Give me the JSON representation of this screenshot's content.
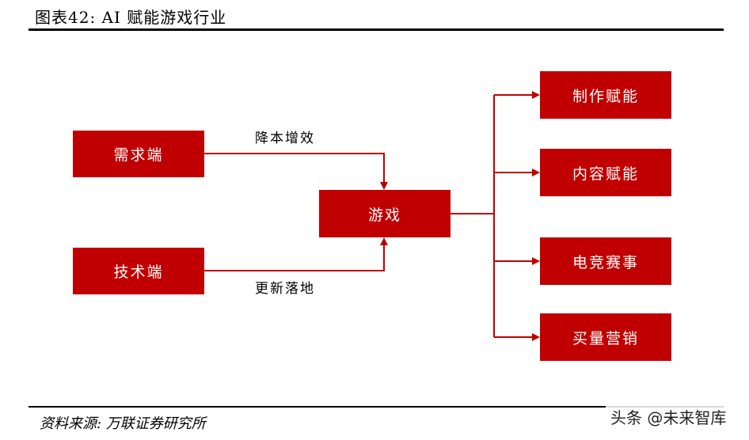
{
  "figure": {
    "title": "图表42:  AI 赋能游戏行业",
    "source": "资料来源:  万联证券研究所",
    "watermark": "头条 @未来智库"
  },
  "diagram": {
    "inputs": [
      {
        "label": "需求端",
        "edge_label": "降本增效"
      },
      {
        "label": "技术端",
        "edge_label": "更新落地"
      }
    ],
    "center": {
      "label": "游戏"
    },
    "outputs": [
      {
        "label": "制作赋能"
      },
      {
        "label": "内容赋能"
      },
      {
        "label": "电竞赛事"
      },
      {
        "label": "买量营销"
      }
    ],
    "colors": {
      "box": "#c00000",
      "line": "#c00000",
      "text_on_box": "#ffffff"
    }
  }
}
